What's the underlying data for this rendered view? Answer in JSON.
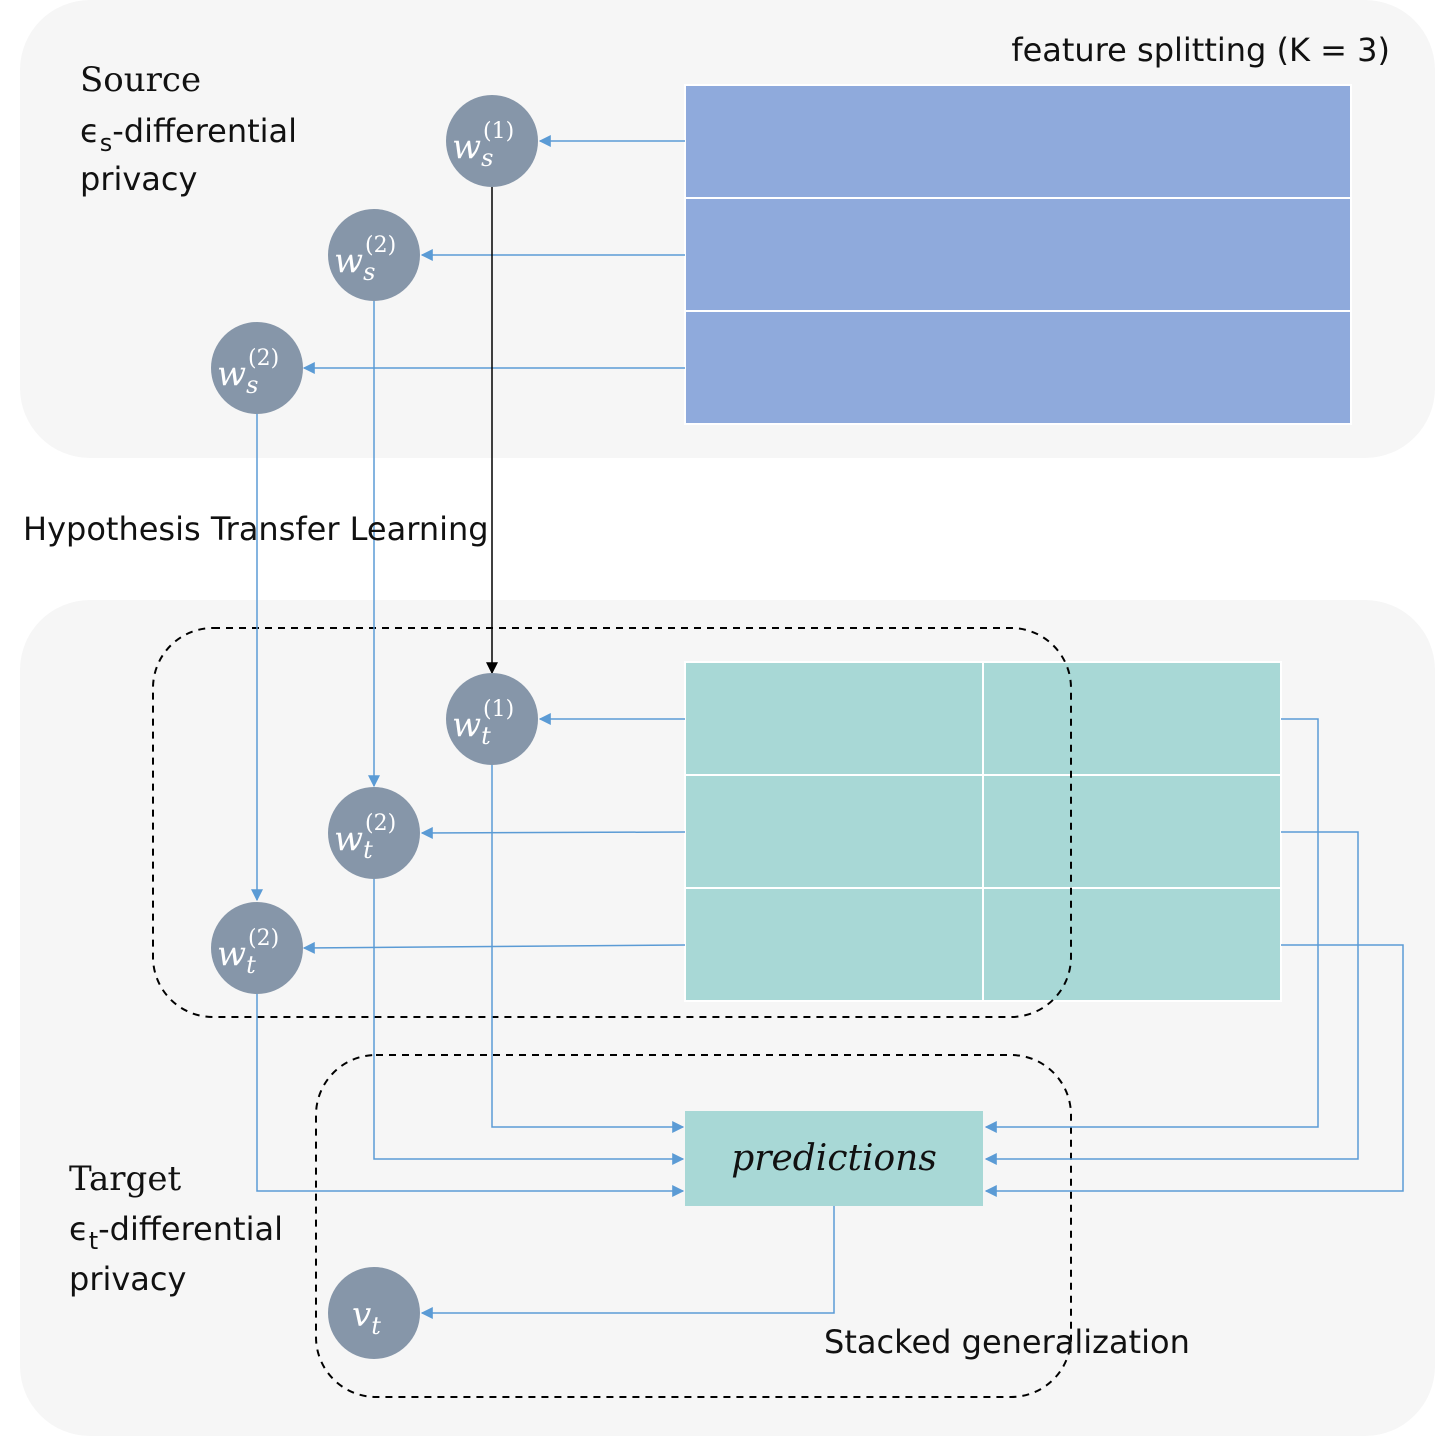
{
  "source": {
    "title": "Source",
    "privacy_symbol": "ϵ",
    "privacy_subscript": "s",
    "privacy_suffix": "-differential",
    "privacy_line2": "privacy"
  },
  "target": {
    "title": "Target",
    "privacy_symbol": "ϵ",
    "privacy_subscript": "t",
    "privacy_suffix": "-differential",
    "privacy_line2": "privacy"
  },
  "feature_splitting_label": "feature splitting (K = 3)",
  "transfer_label": "Hypothesis Transfer Learning",
  "stacked_label": "Stacked generalization",
  "predictions_label": "predictions",
  "source_nodes": [
    {
      "main": "w",
      "sub": "s",
      "sup": "(1)"
    },
    {
      "main": "w",
      "sub": "s",
      "sup": "(2)"
    },
    {
      "main": "w",
      "sub": "s",
      "sup": "(2)"
    }
  ],
  "target_nodes": [
    {
      "main": "w",
      "sub": "t",
      "sup": "(1)"
    },
    {
      "main": "w",
      "sub": "t",
      "sup": "(2)"
    },
    {
      "main": "w",
      "sub": "t",
      "sup": "(2)"
    }
  ],
  "meta_node": {
    "main": "v",
    "sub": "t"
  },
  "colors": {
    "panel": "#f6f6f6",
    "source_block": "#8faadc",
    "target_block": "#a8d8d6",
    "node": "#8696a9",
    "connector": "#5b9bd5"
  }
}
